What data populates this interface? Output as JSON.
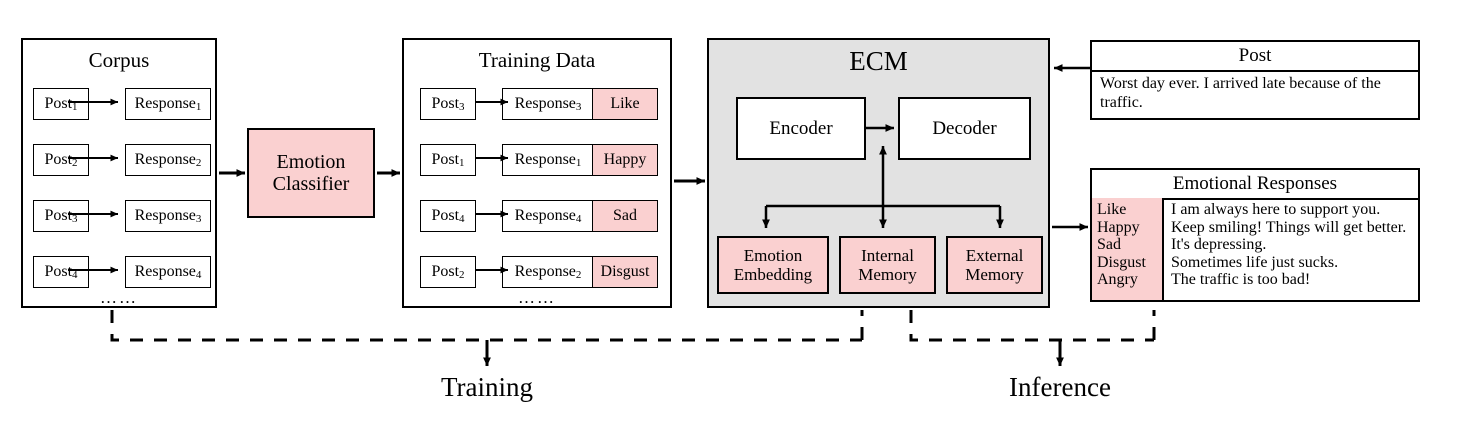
{
  "diagram": {
    "title_training": "Training",
    "title_inference": "Inference",
    "ellipsis": "……",
    "colors": {
      "emotion_pink": "#fad0d0",
      "ecm_gray": "#e2e2e2",
      "stroke": "#000000",
      "background": "#ffffff"
    }
  },
  "corpus": {
    "title": "Corpus",
    "rows": [
      {
        "post": "Post",
        "post_sub": "1",
        "response": "Response",
        "response_sub": "1"
      },
      {
        "post": "Post",
        "post_sub": "2",
        "response": "Response",
        "response_sub": "2"
      },
      {
        "post": "Post",
        "post_sub": "3",
        "response": "Response",
        "response_sub": "3"
      },
      {
        "post": "Post",
        "post_sub": "4",
        "response": "Response",
        "response_sub": "4"
      }
    ],
    "ellipsis": "……"
  },
  "classifier": {
    "line1": "Emotion",
    "line2": "Classifier"
  },
  "training_data": {
    "title": "Training Data",
    "rows": [
      {
        "post": "Post",
        "post_sub": "3",
        "response": "Response",
        "response_sub": "3",
        "emotion": "Like"
      },
      {
        "post": "Post",
        "post_sub": "1",
        "response": "Response",
        "response_sub": "1",
        "emotion": "Happy"
      },
      {
        "post": "Post",
        "post_sub": "4",
        "response": "Response",
        "response_sub": "4",
        "emotion": "Sad"
      },
      {
        "post": "Post",
        "post_sub": "2",
        "response": "Response",
        "response_sub": "2",
        "emotion": "Disgust"
      }
    ],
    "ellipsis": "……"
  },
  "ecm": {
    "title": "ECM",
    "encoder": "Encoder",
    "decoder": "Decoder",
    "modules": [
      {
        "line1": "Emotion",
        "line2": "Embedding"
      },
      {
        "line1": "Internal",
        "line2": "Memory"
      },
      {
        "line1": "External",
        "line2": "Memory"
      }
    ]
  },
  "post_panel": {
    "title": "Post",
    "text": "Worst day ever. I arrived late because of the traffic."
  },
  "responses_panel": {
    "title": "Emotional Responses",
    "rows": [
      {
        "emotion": "Like",
        "text": "I am always here to support you."
      },
      {
        "emotion": "Happy",
        "text": "Keep smiling! Things will get better."
      },
      {
        "emotion": "Sad",
        "text": "It's depressing."
      },
      {
        "emotion": "Disgust",
        "text": "Sometimes life just sucks."
      },
      {
        "emotion": "Angry",
        "text": "The traffic is too bad!"
      }
    ]
  }
}
